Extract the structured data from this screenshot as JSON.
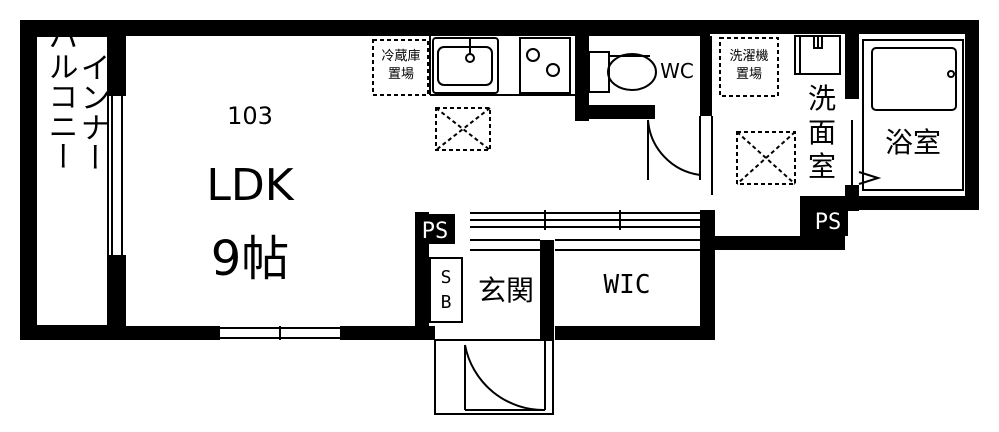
{
  "rooms": {
    "unit_number": "103",
    "ldk": "LDK",
    "ldk_size": "9帖",
    "balcony": [
      "インナー",
      "バルコニー"
    ],
    "wc": "WC",
    "washroom": [
      "洗",
      "面",
      "室"
    ],
    "bath": "浴室",
    "entrance": "玄関",
    "wic": "WIC",
    "sb": [
      "S",
      "B"
    ],
    "ps_left": "PS",
    "ps_right": "PS",
    "fridge": [
      "冷蔵庫",
      "置場"
    ],
    "washer": [
      "洗濯機",
      "置場"
    ]
  },
  "colors": {
    "wall": "#000000",
    "background": "#ffffff"
  }
}
